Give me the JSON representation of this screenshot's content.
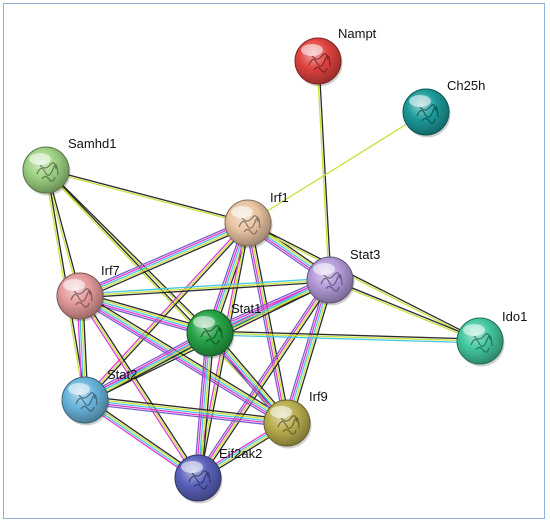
{
  "network": {
    "nodes": [
      {
        "id": "Nampt",
        "label": "Nampt",
        "color": "#e0433f"
      },
      {
        "id": "Ch25h",
        "label": "Ch25h",
        "color": "#1c9a9a"
      },
      {
        "id": "Samhd1",
        "label": "Samhd1",
        "color": "#9ed283"
      },
      {
        "id": "Irf1",
        "label": "Irf1",
        "color": "#e9c3a2"
      },
      {
        "id": "Stat3",
        "label": "Stat3",
        "color": "#b39ad9"
      },
      {
        "id": "Irf7",
        "label": "Irf7",
        "color": "#e49a9a"
      },
      {
        "id": "Stat1",
        "label": "Stat1",
        "color": "#27a447"
      },
      {
        "id": "Ido1",
        "label": "Ido1",
        "color": "#42c8a0"
      },
      {
        "id": "Stat2",
        "label": "Stat2",
        "color": "#69b5dc"
      },
      {
        "id": "Irf9",
        "label": "Irf9",
        "color": "#b9ad4e"
      },
      {
        "id": "Eif2ak2",
        "label": "Eif2ak2",
        "color": "#5a62bc"
      }
    ],
    "edge_colors": {
      "black": "#2b2b2b",
      "yellow": "#c9e13a",
      "magenta": "#e23bd2",
      "cyan": "#45c6e6",
      "purple": "#7b5fc9",
      "blue": "#7f9be0"
    },
    "edges": [
      {
        "a": "Nampt",
        "b": "Stat3",
        "types": [
          "black",
          "yellow"
        ]
      },
      {
        "a": "Ch25h",
        "b": "Irf1",
        "types": [
          "yellow"
        ]
      },
      {
        "a": "Samhd1",
        "b": "Irf1",
        "types": [
          "black",
          "yellow"
        ]
      },
      {
        "a": "Samhd1",
        "b": "Irf7",
        "types": [
          "black",
          "yellow"
        ]
      },
      {
        "a": "Samhd1",
        "b": "Stat1",
        "types": [
          "black",
          "yellow"
        ]
      },
      {
        "a": "Samhd1",
        "b": "Stat2",
        "types": [
          "black",
          "yellow"
        ]
      },
      {
        "a": "Samhd1",
        "b": "Irf9",
        "types": [
          "black",
          "yellow"
        ]
      },
      {
        "a": "Irf1",
        "b": "Stat3",
        "types": [
          "black",
          "yellow",
          "cyan",
          "magenta",
          "purple"
        ]
      },
      {
        "a": "Irf1",
        "b": "Irf7",
        "types": [
          "black",
          "yellow",
          "cyan",
          "magenta",
          "purple"
        ]
      },
      {
        "a": "Irf1",
        "b": "Stat1",
        "types": [
          "black",
          "yellow",
          "cyan",
          "magenta",
          "purple"
        ]
      },
      {
        "a": "Irf1",
        "b": "Stat2",
        "types": [
          "black",
          "yellow",
          "magenta"
        ]
      },
      {
        "a": "Irf1",
        "b": "Irf9",
        "types": [
          "black",
          "yellow",
          "magenta",
          "purple"
        ]
      },
      {
        "a": "Irf1",
        "b": "Eif2ak2",
        "types": [
          "black",
          "yellow",
          "magenta"
        ]
      },
      {
        "a": "Irf1",
        "b": "Ido1",
        "types": [
          "black",
          "yellow"
        ]
      },
      {
        "a": "Stat3",
        "b": "Irf7",
        "types": [
          "black",
          "yellow",
          "cyan"
        ]
      },
      {
        "a": "Stat3",
        "b": "Stat1",
        "types": [
          "black",
          "yellow",
          "cyan",
          "magenta",
          "purple"
        ]
      },
      {
        "a": "Stat3",
        "b": "Stat2",
        "types": [
          "black",
          "yellow",
          "cyan",
          "magenta"
        ]
      },
      {
        "a": "Stat3",
        "b": "Irf9",
        "types": [
          "black",
          "yellow",
          "cyan",
          "magenta",
          "purple"
        ]
      },
      {
        "a": "Stat3",
        "b": "Eif2ak2",
        "types": [
          "black",
          "yellow",
          "magenta",
          "purple"
        ]
      },
      {
        "a": "Stat3",
        "b": "Ido1",
        "types": [
          "black",
          "yellow"
        ]
      },
      {
        "a": "Irf7",
        "b": "Stat1",
        "types": [
          "black",
          "yellow",
          "cyan",
          "magenta",
          "purple"
        ]
      },
      {
        "a": "Irf7",
        "b": "Stat2",
        "types": [
          "black",
          "yellow",
          "cyan",
          "magenta"
        ]
      },
      {
        "a": "Irf7",
        "b": "Irf9",
        "types": [
          "black",
          "yellow",
          "cyan",
          "magenta",
          "purple"
        ]
      },
      {
        "a": "Irf7",
        "b": "Eif2ak2",
        "types": [
          "black",
          "yellow",
          "magenta"
        ]
      },
      {
        "a": "Stat1",
        "b": "Stat2",
        "types": [
          "black",
          "yellow",
          "cyan",
          "magenta",
          "purple"
        ]
      },
      {
        "a": "Stat1",
        "b": "Irf9",
        "types": [
          "black",
          "yellow",
          "cyan",
          "magenta",
          "purple"
        ]
      },
      {
        "a": "Stat1",
        "b": "Eif2ak2",
        "types": [
          "black",
          "yellow",
          "cyan",
          "magenta",
          "purple"
        ]
      },
      {
        "a": "Stat1",
        "b": "Ido1",
        "types": [
          "black",
          "yellow",
          "cyan"
        ]
      },
      {
        "a": "Stat2",
        "b": "Irf9",
        "types": [
          "black",
          "yellow",
          "cyan",
          "magenta",
          "purple"
        ]
      },
      {
        "a": "Stat2",
        "b": "Eif2ak2",
        "types": [
          "black",
          "yellow",
          "cyan",
          "magenta"
        ]
      },
      {
        "a": "Irf9",
        "b": "Eif2ak2",
        "types": [
          "black",
          "yellow",
          "cyan",
          "magenta"
        ]
      }
    ]
  }
}
